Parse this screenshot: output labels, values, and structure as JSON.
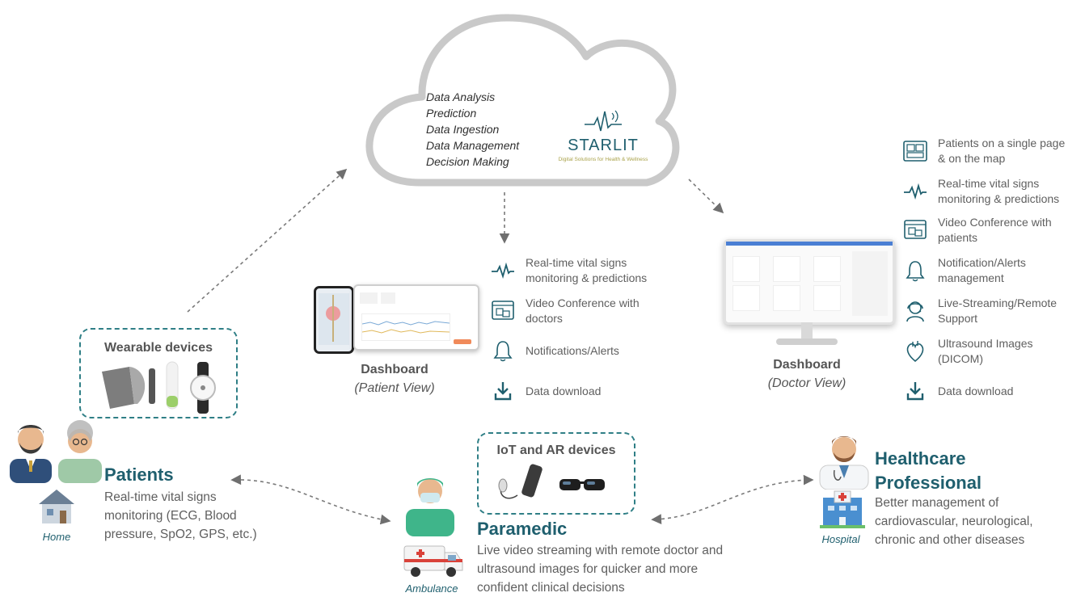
{
  "cloud": {
    "items": [
      "Data Analysis",
      "Prediction",
      "Data Ingestion",
      "Data Management",
      "Decision Making"
    ],
    "logo_name": "STARLIT",
    "logo_tagline": "Digital Solutions for Health & Wellness"
  },
  "patient_dashboard": {
    "title": "Dashboard",
    "subtitle": "(Patient View)",
    "features": [
      {
        "icon": "pulse-icon",
        "label": "Real-time vital signs monitoring & predictions"
      },
      {
        "icon": "video-conference-icon",
        "label": "Video Conference with doctors"
      },
      {
        "icon": "bell-icon",
        "label": "Notifications/Alerts"
      },
      {
        "icon": "download-icon",
        "label": "Data download"
      }
    ]
  },
  "doctor_dashboard": {
    "title": "Dashboard",
    "subtitle": "(Doctor View)",
    "features": [
      {
        "icon": "patients-map-icon",
        "label": "Patients on a single page & on the map"
      },
      {
        "icon": "pulse-icon",
        "label": "Real-time vital signs monitoring & predictions"
      },
      {
        "icon": "video-conference-icon",
        "label": "Video Conference with patients"
      },
      {
        "icon": "bell-icon",
        "label": "Notification/Alerts management"
      },
      {
        "icon": "headset-icon",
        "label": "Live-Streaming/Remote Support"
      },
      {
        "icon": "heart-icon",
        "label": "Ultrasound Images (DICOM)"
      },
      {
        "icon": "download-icon",
        "label": "Data download"
      }
    ]
  },
  "wearables": {
    "title": "Wearable devices"
  },
  "iot": {
    "title": "IoT and AR devices"
  },
  "patients": {
    "title": "Patients",
    "description": "Real-time vital signs monitoring (ECG, Blood pressure, SpO2, GPS, etc.)",
    "place": "Home"
  },
  "paramedic": {
    "title": "Paramedic",
    "description": "Live video streaming with remote doctor and ultrasound images for quicker and more confident clinical decisions",
    "place": "Ambulance"
  },
  "healthcare": {
    "title_line1": "Healthcare",
    "title_line2": "Professional",
    "description": "Better management of cardiovascular, neurological, chronic and other diseases",
    "place": "Hospital"
  },
  "colors": {
    "accent": "#1f5f6e",
    "dashed_border": "#2f7f86",
    "arrow": "#777777",
    "cloud_stroke": "#c8c8c8"
  }
}
